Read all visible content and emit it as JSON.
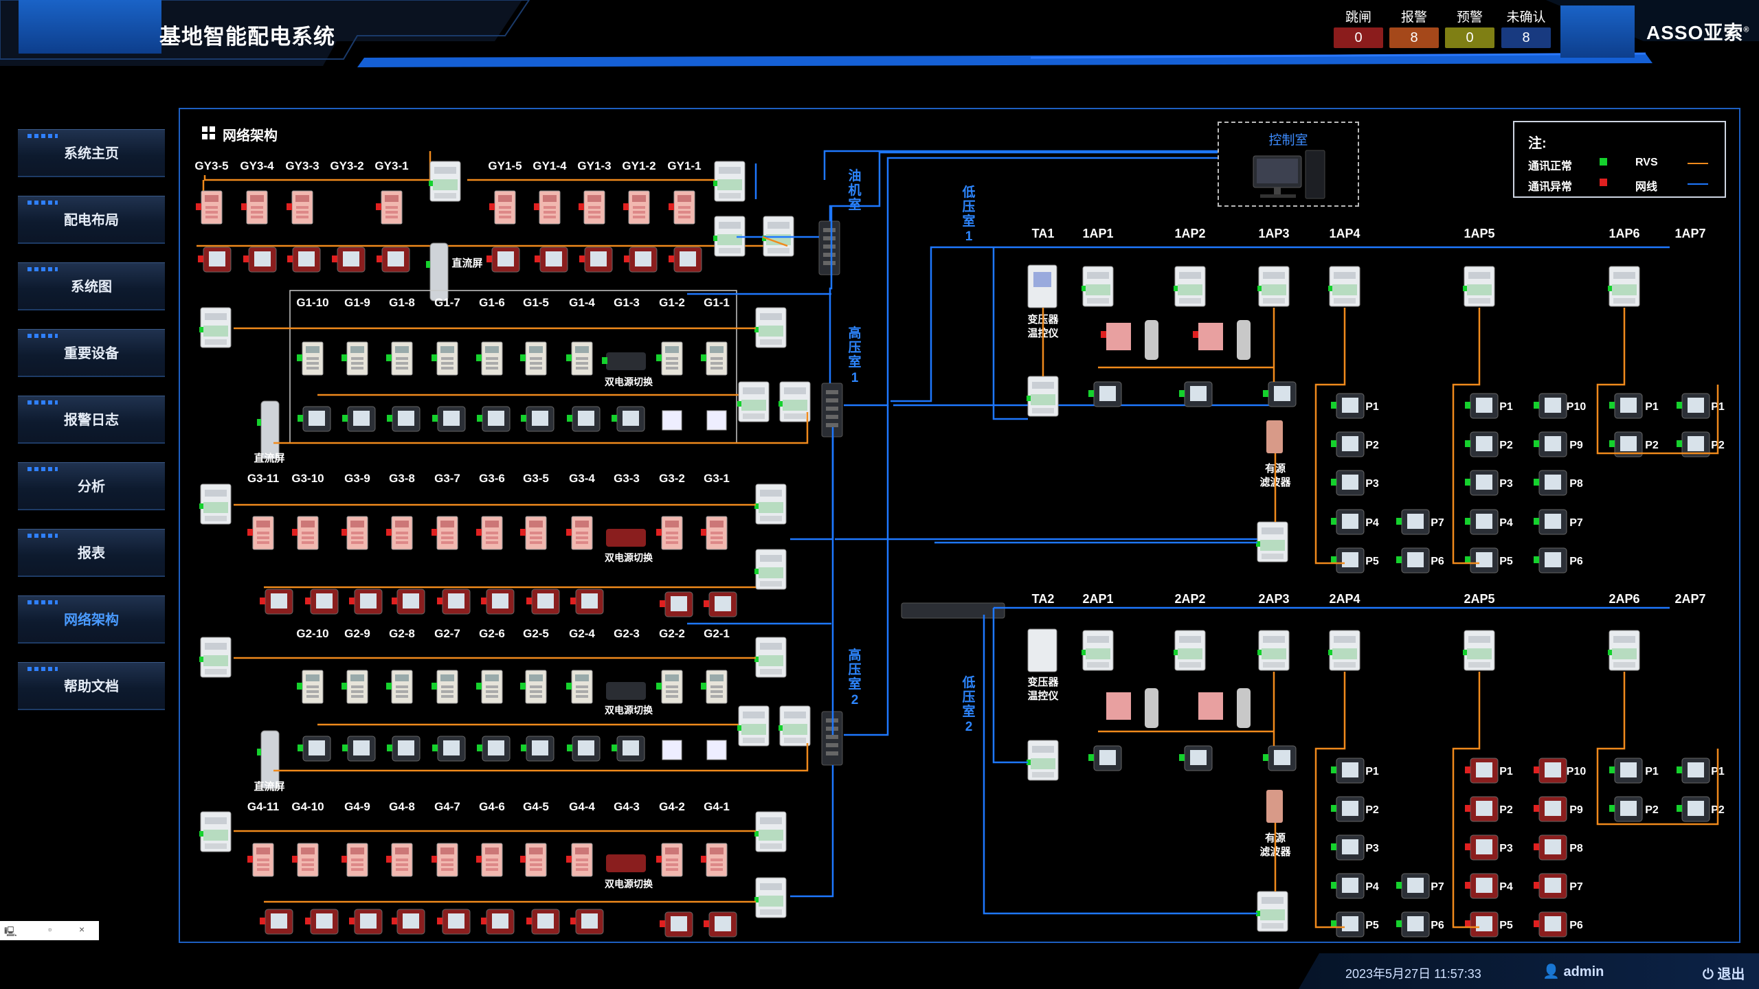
{
  "header": {
    "title": "基地智能配电系统",
    "brand": "ASSO亚索",
    "brand_mark": "®",
    "alarms": [
      {
        "label": "跳闸",
        "value": "0",
        "color": "#8b1c1c"
      },
      {
        "label": "报警",
        "value": "8",
        "color": "#b04a14"
      },
      {
        "label": "预警",
        "value": "0",
        "color": "#8a8a10"
      },
      {
        "label": "未确认",
        "value": "8",
        "color": "#1a3f8a"
      }
    ]
  },
  "sidebar": {
    "items": [
      {
        "label": "系统主页",
        "active": false
      },
      {
        "label": "配电布局",
        "active": false
      },
      {
        "label": "系统图",
        "active": false
      },
      {
        "label": "重要设备",
        "active": false
      },
      {
        "label": "报警日志",
        "active": false
      },
      {
        "label": "分析",
        "active": false
      },
      {
        "label": "报表",
        "active": false
      },
      {
        "label": "网络架构",
        "active": true
      },
      {
        "label": "帮助文档",
        "active": false
      }
    ]
  },
  "panel": {
    "title": "网络架构"
  },
  "legend": {
    "title": "注:",
    "normal": "通讯正常",
    "abnormal": "通讯异常",
    "rvs": "RVS",
    "net": "网线",
    "rvs_color": "#f08a1c",
    "net_color": "#1e78ff"
  },
  "control_room": "控制室",
  "rooms": {
    "oil": "油机室",
    "hv1": "高压室1",
    "hv2": "高压室2",
    "lv1": "低压室1",
    "lv2": "低压室2"
  },
  "device_text": {
    "dc_screen": "直流屏",
    "dual_power": "双电源切换",
    "transformer_temp_1": "变压器",
    "transformer_temp_2": "温控仪",
    "active_filter_1": "有源",
    "active_filter_2": "滤波器"
  },
  "rows": {
    "gy3": [
      "GY3-5",
      "GY3-4",
      "GY3-3",
      "GY3-2",
      "GY3-1"
    ],
    "gy1": [
      "GY1-5",
      "GY1-4",
      "GY1-3",
      "GY1-2",
      "GY1-1"
    ],
    "g1": [
      "G1-10",
      "G1-9",
      "G1-8",
      "G1-7",
      "G1-6",
      "G1-5",
      "G1-4",
      "G1-3",
      "G1-2",
      "G1-1"
    ],
    "g3": [
      "G3-11",
      "G3-10",
      "G3-9",
      "G3-8",
      "G3-7",
      "G3-6",
      "G3-5",
      "G3-4",
      "G3-3",
      "G3-2",
      "G3-1"
    ],
    "g2": [
      "G2-10",
      "G2-9",
      "G2-8",
      "G2-7",
      "G2-6",
      "G2-5",
      "G2-4",
      "G2-3",
      "G2-2",
      "G2-1"
    ],
    "g4": [
      "G4-11",
      "G4-10",
      "G4-9",
      "G4-8",
      "G4-7",
      "G4-6",
      "G4-5",
      "G4-4",
      "G4-3",
      "G4-2",
      "G4-1"
    ],
    "ap1": [
      "TA1",
      "1AP1",
      "1AP2",
      "1AP3",
      "1AP4",
      "1AP5",
      "1AP6",
      "1AP7"
    ],
    "ap2": [
      "TA2",
      "2AP1",
      "2AP2",
      "2AP3",
      "2AP4",
      "2AP5",
      "2AP6",
      "2AP7"
    ]
  },
  "p_labels": {
    "ap4": [
      "P1",
      "P2",
      "P3",
      "P4",
      "P5"
    ],
    "ap4b": [
      "P7",
      "P6"
    ],
    "ap5a": [
      "P1",
      "P2",
      "P3",
      "P4",
      "P5"
    ],
    "ap5b": [
      "P10",
      "P9",
      "P8",
      "P7",
      "P6"
    ],
    "ap6": [
      "P1",
      "P2"
    ],
    "ap7": [
      "P1",
      "P2"
    ]
  },
  "footer": {
    "datetime": "2023年5月27日 11:57:33",
    "user": "admin",
    "logout": "退出"
  }
}
